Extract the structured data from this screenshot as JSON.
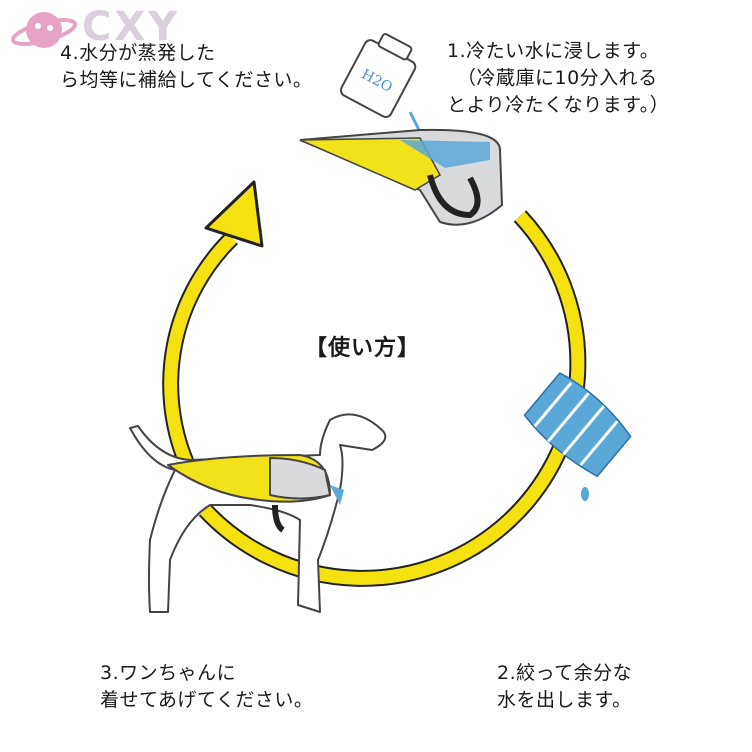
{
  "logo": {
    "text": "CXY",
    "icon": "planet-icon",
    "color": "#e7a3c6"
  },
  "title": "【使い方】",
  "steps": {
    "step1": {
      "line1": "1.冷たい水に浸します。",
      "line2": "（冷蔵庫に10分入れる",
      "line3": "とより冷たくなります。）"
    },
    "step2": {
      "line1": "2.絞って余分な",
      "line2": "水を出します。"
    },
    "step3": {
      "line1": "3.ワンちゃんに",
      "line2": "着せてあげてください。"
    },
    "step4": {
      "line1": "4.水分が蒸発した",
      "line2": "ら均等に補給してください。"
    }
  },
  "bottle_label": "H2O",
  "colors": {
    "cycle": "#f4e10f",
    "vest_blue": "#5aa8d8",
    "vest_yellow": "#f2e21a",
    "vest_gray": "#d9dadc",
    "outline": "#333333"
  }
}
